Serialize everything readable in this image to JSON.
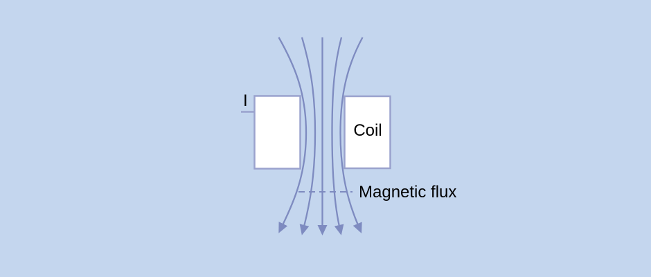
{
  "diagram": {
    "labels": {
      "current": "I",
      "coil": "Coil",
      "flux": "Magnetic flux"
    },
    "field_line_count": 5,
    "arrow_direction": "down"
  },
  "colors": {
    "background": "#c4d6ee",
    "line": "#7e8bc0",
    "border": "#9aa2cd",
    "boxFill": "#ffffff",
    "text": "#000000"
  }
}
